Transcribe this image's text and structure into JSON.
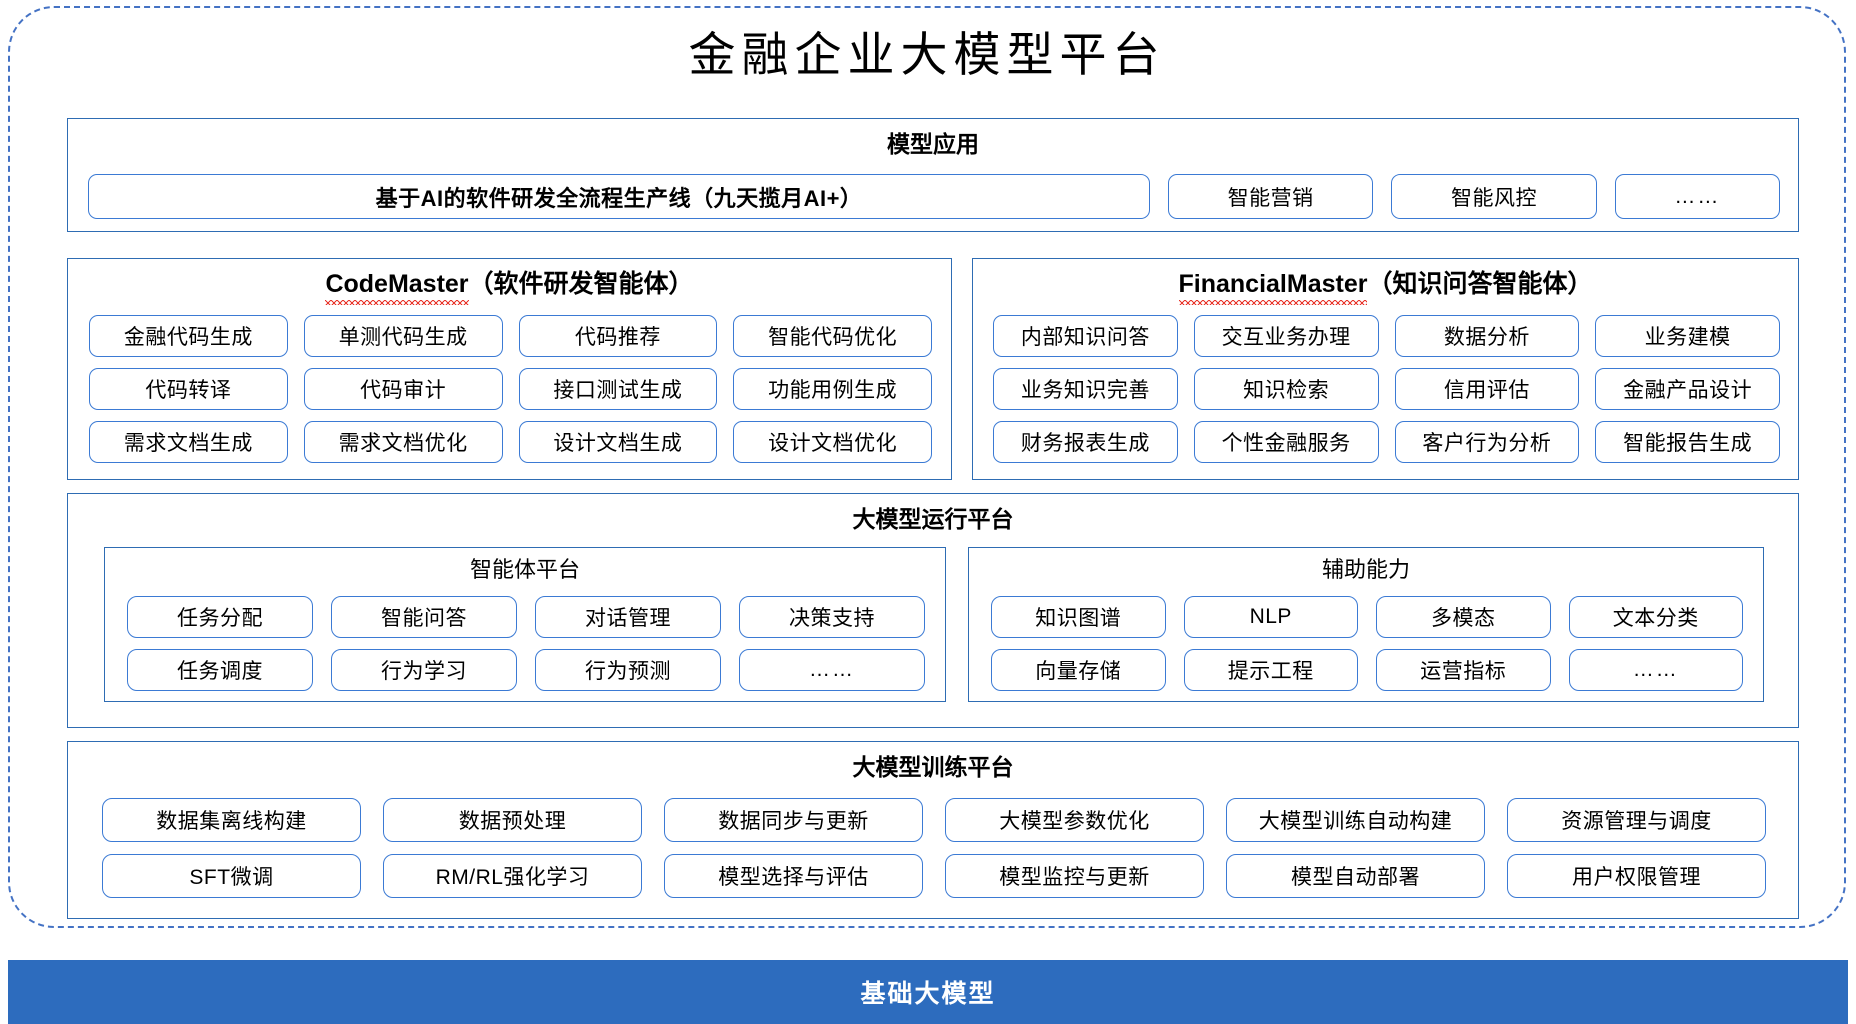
{
  "title": "金融企业大模型平台",
  "accent_colors": {
    "panel_border": "#2e6cb3",
    "pill_border": "#3b7ad4",
    "outer_dashed_border": "#4472c4",
    "footer_band": "#2d6cbe",
    "spellcheck_squiggle": "#e8342a",
    "footer_text": "#ffffff"
  },
  "sections": {
    "app": {
      "title": "模型应用",
      "items": [
        "基于AI的软件研发全流程生产线（九天揽月AI+）",
        "智能营销",
        "智能风控",
        "……"
      ]
    },
    "code_master": {
      "title_main": "CodeMaster",
      "title_suffix": "（软件研发智能体）",
      "items": [
        "金融代码生成",
        "单测代码生成",
        "代码推荐",
        "智能代码优化",
        "代码转译",
        "代码审计",
        "接口测试生成",
        "功能用例生成",
        "需求文档生成",
        "需求文档优化",
        "设计文档生成",
        "设计文档优化"
      ]
    },
    "financial_master": {
      "title_main": "FinancialMaster",
      "title_suffix": "（知识问答智能体）",
      "items": [
        "内部知识问答",
        "交互业务办理",
        "数据分析",
        "业务建模",
        "业务知识完善",
        "知识检索",
        "信用评估",
        "金融产品设计",
        "财务报表生成",
        "个性金融服务",
        "客户行为分析",
        "智能报告生成"
      ]
    },
    "run_platform": {
      "title": "大模型运行平台",
      "agent_platform": {
        "title": "智能体平台",
        "items": [
          "任务分配",
          "智能问答",
          "对话管理",
          "决策支持",
          "任务调度",
          "行为学习",
          "行为预测",
          "……"
        ]
      },
      "aux_capability": {
        "title": "辅助能力",
        "items": [
          "知识图谱",
          "NLP",
          "多模态",
          "文本分类",
          "向量存储",
          "提示工程",
          "运营指标",
          "……"
        ]
      }
    },
    "train_platform": {
      "title": "大模型训练平台",
      "items": [
        "数据集离线构建",
        "数据预处理",
        "数据同步与更新",
        "大模型参数优化",
        "大模型训练自动构建",
        "资源管理与调度",
        "SFT微调",
        "RM/RL强化学习",
        "模型选择与评估",
        "模型监控与更新",
        "模型自动部署",
        "用户权限管理"
      ]
    }
  },
  "footer": {
    "label": "基础大模型"
  }
}
